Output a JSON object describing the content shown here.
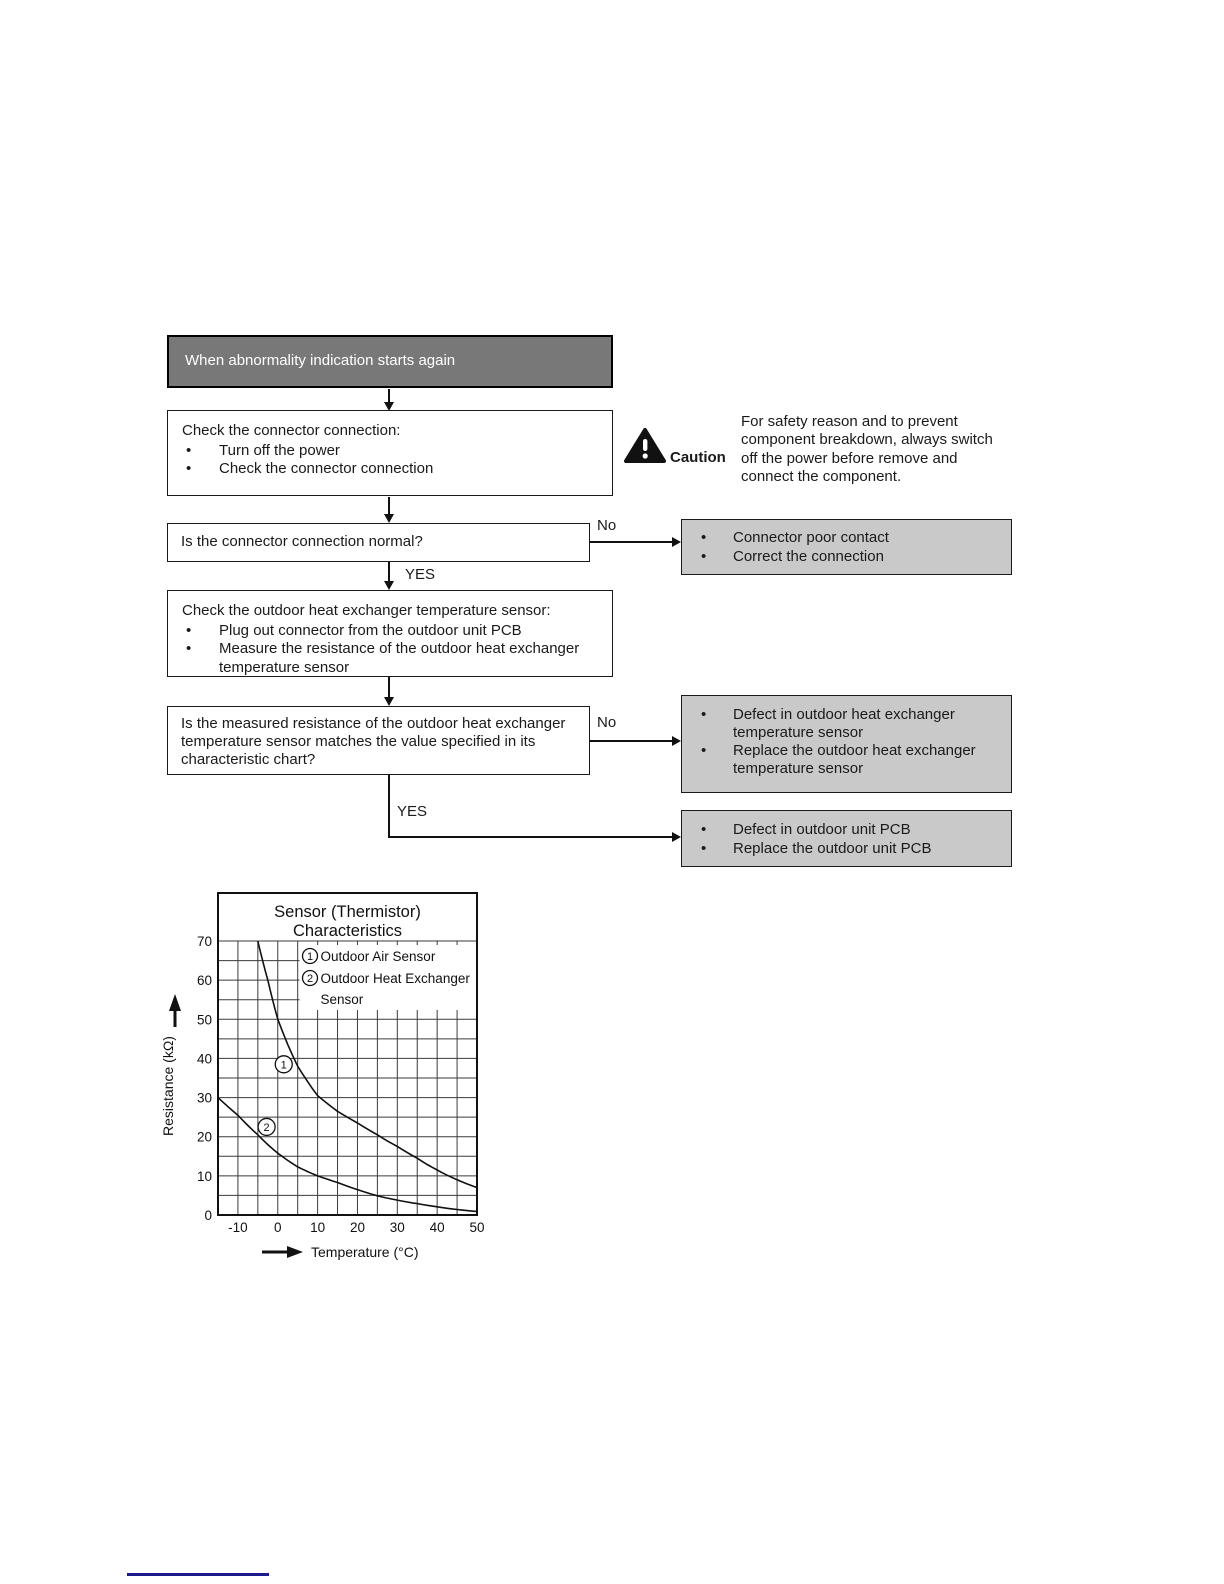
{
  "colors": {
    "start_bg": "#787878",
    "start_text": "#ffffff",
    "result_bg": "#c9c9c9",
    "line": "#111111",
    "footer_rule": "#1b1b8e"
  },
  "flowchart": {
    "yes_label": "YES",
    "no_label": "No",
    "start": "When abnormality indication starts again",
    "step1": {
      "title": "Check the connector connection:",
      "bullets": [
        "Turn off the power",
        "Check the connector connection"
      ]
    },
    "caution": {
      "label": "Caution",
      "lines": [
        "For safety reason and to prevent",
        "component breakdown, always switch",
        "off the power before remove and",
        "connect the component."
      ]
    },
    "q1": "Is the connector connection normal?",
    "result1": {
      "bullets": [
        "Connector poor contact",
        "Correct the connection"
      ]
    },
    "step2": {
      "title": "Check the outdoor heat exchanger temperature sensor:",
      "bullets": [
        "Plug out connector from the outdoor unit PCB",
        "Measure the resistance of the outdoor heat exchanger temperature sensor"
      ]
    },
    "q2": "Is the measured resistance of the outdoor heat exchanger temperature sensor matches the value specified in its characteristic chart?",
    "result2": {
      "bullets": [
        "Defect in outdoor heat exchanger temperature sensor",
        "Replace the outdoor heat exchanger temperature sensor"
      ]
    },
    "result3": {
      "bullets": [
        "Defect in outdoor unit PCB",
        "Replace the outdoor unit PCB"
      ]
    }
  },
  "chart_data": {
    "type": "line",
    "title": "Sensor (Thermistor) Characteristics",
    "title_lines": [
      "Sensor (Thermistor)",
      "Characteristics"
    ],
    "xlabel": "Temperature (°C)",
    "ylabel": "Resistance (kΩ)",
    "xlim": [
      -15,
      50
    ],
    "ylim": [
      0,
      70
    ],
    "xticks": [
      -10,
      0,
      10,
      20,
      30,
      40,
      50
    ],
    "yticks": [
      0,
      10,
      20,
      30,
      40,
      50,
      60,
      70
    ],
    "grid": true,
    "grid_step": 5,
    "legend_position": "top-right-inside",
    "series": [
      {
        "marker": "1",
        "name": "Outdoor Air Sensor",
        "legend_lines": [
          "Outdoor Air Sensor"
        ],
        "x": [
          -5,
          -2.5,
          0,
          5,
          10,
          15,
          20,
          25,
          30,
          35,
          40,
          45,
          50
        ],
        "y": [
          70,
          60,
          50,
          38,
          30.5,
          26.5,
          23.5,
          20.5,
          17.5,
          14.5,
          11.5,
          9,
          7
        ],
        "label_pos": {
          "x": 1.5,
          "y": 38.5
        }
      },
      {
        "marker": "2",
        "name": "Outdoor Heat Exchanger Sensor",
        "legend_lines": [
          "Outdoor Heat Exchanger",
          "Sensor"
        ],
        "x": [
          -15,
          -10,
          -5,
          0,
          5,
          10,
          15,
          20,
          25,
          30,
          35,
          40,
          45,
          50
        ],
        "y": [
          30,
          25.5,
          20.5,
          15.8,
          12.3,
          10,
          8.3,
          6.5,
          4.9,
          3.8,
          2.9,
          2.1,
          1.4,
          0.9
        ],
        "label_pos": {
          "x": -2.8,
          "y": 22.5
        }
      }
    ]
  }
}
